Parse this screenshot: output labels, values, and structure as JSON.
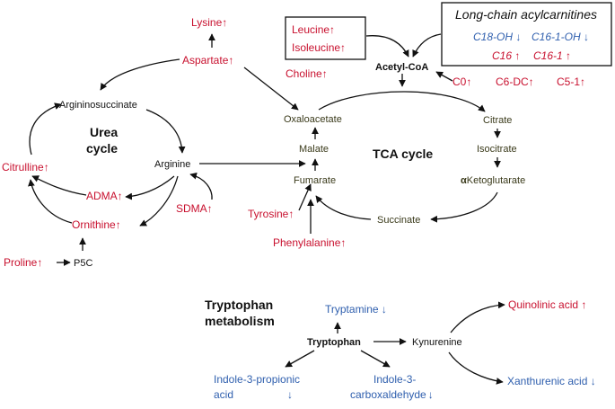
{
  "colors": {
    "increase": "#c8102e",
    "decrease": "#2f5fae",
    "neutral": "#111111",
    "tca_text": "#3a3a1a"
  },
  "indicators": {
    "up": "↑",
    "down": "↓"
  },
  "acylcarnitines": {
    "title": "Long-chain acylcarnitines",
    "items": [
      {
        "label": "C18-OH",
        "change": "down"
      },
      {
        "label": "C16-1-OH",
        "change": "down"
      },
      {
        "label": "C16",
        "change": "up"
      },
      {
        "label": "C16-1",
        "change": "up"
      }
    ]
  },
  "bcaa": [
    {
      "label": "Leucine",
      "change": "up"
    },
    {
      "label": "Isoleucine",
      "change": "up"
    }
  ],
  "top": {
    "lysine": {
      "label": "Lysine",
      "change": "up"
    },
    "aspartate": {
      "label": "Aspartate",
      "change": "up"
    },
    "choline": {
      "label": "Choline",
      "change": "up"
    },
    "acetyl_coa": {
      "label": "Acetyl-CoA"
    },
    "c0": {
      "label": "C0",
      "change": "up"
    },
    "c6dc": {
      "label": "C6-DC",
      "change": "up"
    },
    "c51": {
      "label": "C5-1",
      "change": "up"
    }
  },
  "urea": {
    "title_line1": "Urea",
    "title_line2": "cycle",
    "argininosuccinate": {
      "label": "Argininosuccinate"
    },
    "arginine": {
      "label": "Arginine"
    },
    "citrulline": {
      "label": "Citrulline",
      "change": "up"
    },
    "adma": {
      "label": "ADMA",
      "change": "up"
    },
    "ornithine": {
      "label": "Ornithine",
      "change": "up"
    },
    "sdma": {
      "label": "SDMA",
      "change": "up"
    },
    "proline": {
      "label": "Proline",
      "change": "up"
    },
    "p5c": {
      "label": "P5C"
    }
  },
  "tca": {
    "title": "TCA cycle",
    "oxaloacetate": {
      "label": "Oxaloacetate"
    },
    "malate": {
      "label": "Malate"
    },
    "fumarate": {
      "label": "Fumarate"
    },
    "citrate": {
      "label": "Citrate"
    },
    "isocitrate": {
      "label": "Isocitrate"
    },
    "aketoglutarate_alpha": "α",
    "aketoglutarate": {
      "label": "Ketoglutarate"
    },
    "succinate": {
      "label": "Succinate"
    },
    "tyrosine": {
      "label": "Tyrosine",
      "change": "up"
    },
    "phenylalanine": {
      "label": "Phenylalanine",
      "change": "up"
    }
  },
  "tryptophan": {
    "title_line1": "Tryptophan",
    "title_line2": "metabolism",
    "tryptophan": {
      "label": "Tryptophan"
    },
    "tryptamine": {
      "label": "Tryptamine",
      "change": "down"
    },
    "kynurenine": {
      "label": "Kynurenine"
    },
    "quinolinic": {
      "label": "Quinolinic acid",
      "change": "up"
    },
    "xanthurenic": {
      "label": "Xanthurenic acid",
      "change": "down"
    },
    "ipa_line1": {
      "label": "Indole-3-propionic"
    },
    "ipa_line2": {
      "label": "acid",
      "change": "down"
    },
    "i3c_line1": {
      "label": "Indole-3-"
    },
    "i3c_line2": {
      "label": "carboxaldehyde",
      "change": "down"
    }
  }
}
